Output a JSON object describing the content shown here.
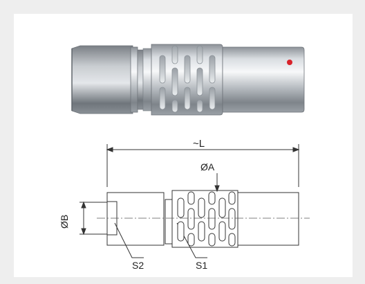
{
  "drawing": {
    "length_label": "~L",
    "dia_a_label": "ØA",
    "dia_b_label": "ØB",
    "s1_label": "S1",
    "s2_label": "S2"
  },
  "photo": {
    "indicator_dot_color": "#d8232a"
  }
}
